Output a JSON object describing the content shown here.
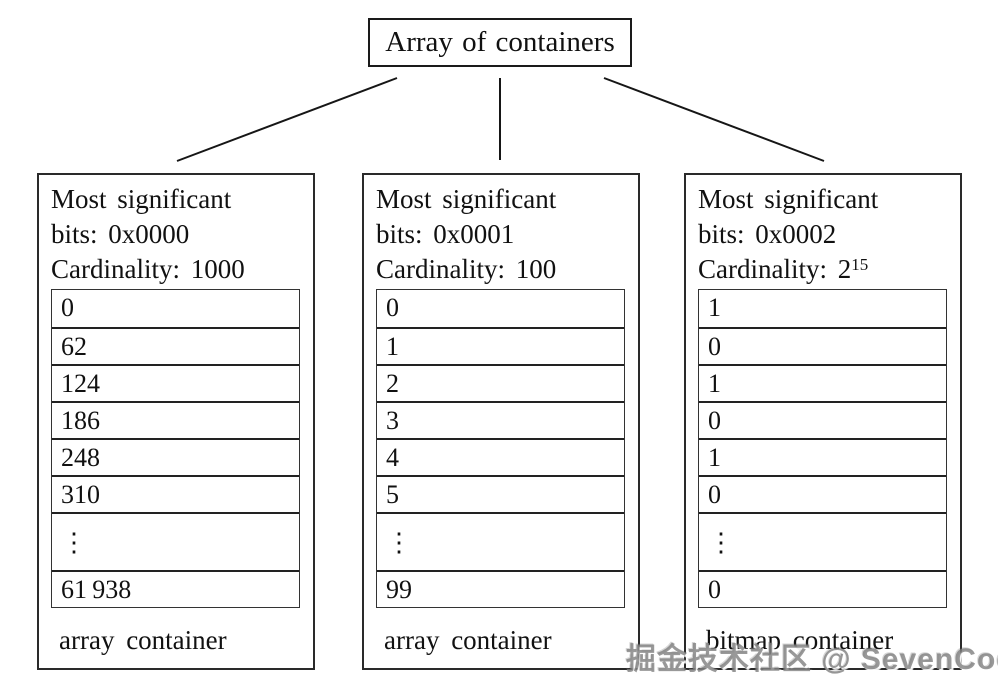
{
  "diagram": {
    "root_label": "Array of containers",
    "watermark": "掘金技术社区 @ SevenCoding"
  },
  "containers": [
    {
      "header_line1": "Most significant",
      "header_line2": "bits: 0x0000",
      "header_line3": "Cardinality: 1000",
      "cardinality_sup": "",
      "values": [
        "0",
        "62",
        "124",
        "186",
        "248",
        "310",
        "⋮",
        "61 938"
      ],
      "caption": "array container"
    },
    {
      "header_line1": "Most significant",
      "header_line2": "bits: 0x0001",
      "header_line3": "Cardinality: 100",
      "cardinality_sup": "",
      "values": [
        "0",
        "1",
        "2",
        "3",
        "4",
        "5",
        "⋮",
        "99"
      ],
      "caption": "array container"
    },
    {
      "header_line1": "Most significant",
      "header_line2": "bits: 0x0002",
      "header_line3": "Cardinality: 2",
      "cardinality_sup": "15",
      "values": [
        "1",
        "0",
        "1",
        "0",
        "1",
        "0",
        "⋮",
        "0"
      ],
      "caption": "bitmap container"
    }
  ]
}
